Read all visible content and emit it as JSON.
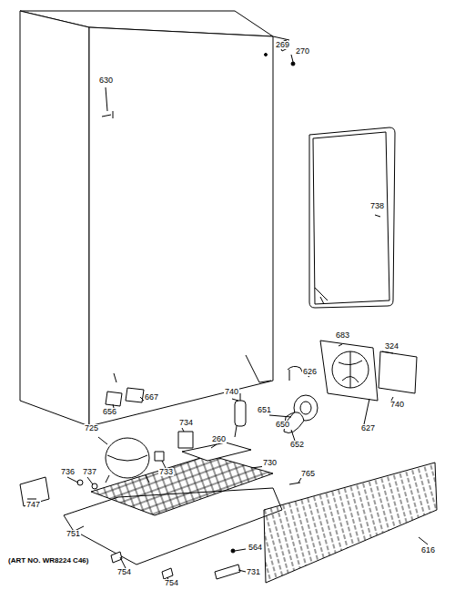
{
  "diagram": {
    "caption": "(ART NO. WR8224 C46)",
    "labels": [
      "269",
      "270",
      "630",
      "738",
      "683",
      "324",
      "626",
      "740",
      "740",
      "667",
      "656",
      "725",
      "734",
      "260",
      "651",
      "650",
      "627",
      "652",
      "765",
      "736",
      "737",
      "733",
      "730",
      "747",
      "616",
      "751",
      "564",
      "754",
      "754",
      "731"
    ]
  }
}
